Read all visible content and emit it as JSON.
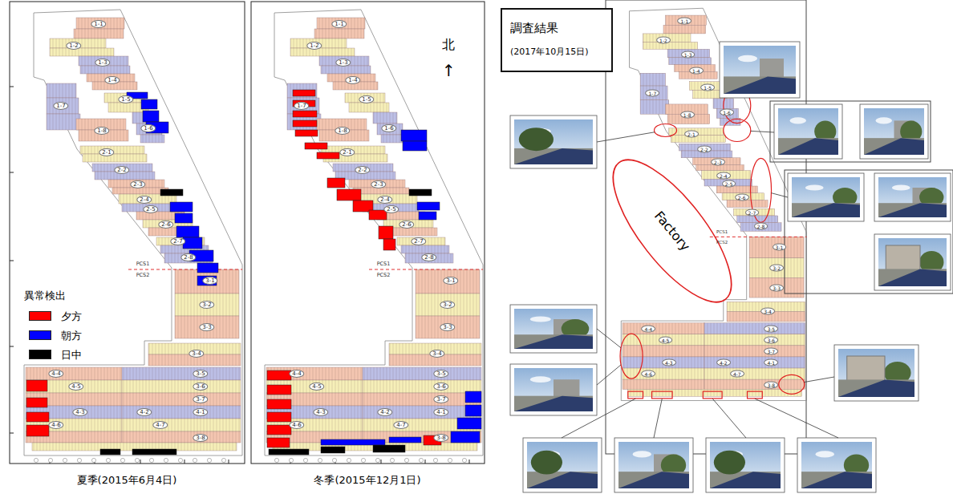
{
  "diagram": {
    "nodes": [
      {
        "text": [
          "調査結果",
          "(2017年10月15日)"
        ]
      },
      {
        "text": [
          "Factory"
        ]
      }
    ],
    "labels": [
      "1-1",
      "1-2",
      "1-3",
      "1-4",
      "1-5",
      "1-6",
      "1-7",
      "1-8",
      "2-1",
      "2-2",
      "2-3",
      "2-4",
      "2-5",
      "2-6",
      "2-7",
      "2-8",
      "3-1",
      "3-2",
      "3-3",
      "3-4",
      "3-5",
      "3-6",
      "3-7",
      "3-8",
      "4-1",
      "4-2",
      "4-3",
      "4-4",
      "4-5",
      "4-6",
      "4-7",
      "PCS1",
      "PCS2",
      "1-1",
      "1-2",
      "1-3",
      "1-4",
      "1-5",
      "1-6",
      "1-7",
      "1-8",
      "2-1",
      "2-2",
      "2-3",
      "2-4",
      "2-5",
      "2-6",
      "2-7",
      "2-8",
      "3-1",
      "3-2",
      "3-3",
      "3-4",
      "3-5",
      "3-6",
      "3-7",
      "3-8",
      "4-1",
      "4-2",
      "4-3",
      "4-4",
      "4-5",
      "4-6",
      "4-7",
      "PCS1",
      "PCS2",
      "1-1",
      "1-2",
      "1-3",
      "1-4",
      "1-5",
      "1-6",
      "1-7",
      "1-8",
      "2-1",
      "2-2",
      "2-3",
      "2-4",
      "2-5",
      "2-6",
      "2-7",
      "2-8",
      "3-1",
      "3-2",
      "3-3",
      "3-4",
      "3-5",
      "3-6",
      "3-7",
      "3-8",
      "4-1",
      "4-2",
      "4-3",
      "4-4",
      "4-5",
      "4-6",
      "4-7",
      "PCS1",
      "PCS2",
      "異常検出",
      "北",
      "↑",
      "夏季(2015年6月4日)",
      "冬季(2015年12月1日)"
    ],
    "legend": [
      {
        "text": "夕方",
        "color": "#ff0000"
      },
      {
        "text": "朝方",
        "color": "#0000ff"
      },
      {
        "text": "日中",
        "color": "#000000"
      }
    ]
  }
}
